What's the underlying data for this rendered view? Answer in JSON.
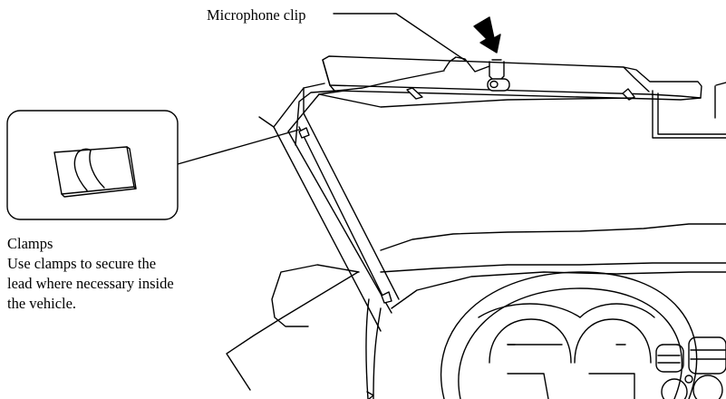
{
  "labels": {
    "microphone_clip": "Microphone clip",
    "clamps_title": "Clamps",
    "clamps_desc_line1": "Use clamps to secure the",
    "clamps_desc_line2": "lead where necessary inside",
    "clamps_desc_line3": "the vehicle."
  },
  "colors": {
    "stroke": "#000000",
    "background": "#ffffff"
  }
}
